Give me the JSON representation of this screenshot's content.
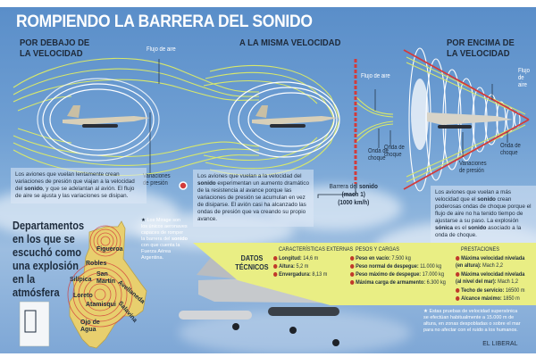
{
  "title": "ROMPIENDO LA BARRERA DEL SONIDO",
  "sections": [
    {
      "heading_line1": "POR DEBAJO DE",
      "heading_line2": "LA VELOCIDAD",
      "label_airflow": "Flujo de aire",
      "label_pressure_line1": "Variaciones",
      "label_pressure_line2": "de presión",
      "description": {
        "pre": "Los aviones que vuelan lentamente crean variaciones de presión que viajan a la velocidad del ",
        "bold": "sonido",
        "post": ", y que se adelantan al avión. El flujo de aire se ajusta y las variaciones se disipan."
      }
    },
    {
      "heading_line1": "A LA MISMA VELOCIDAD",
      "label_airflow": "Flujo de aire",
      "label_shock_line1": "Onda de",
      "label_shock_line2": "choque",
      "description": {
        "pre": "Los aviones que vuelan a la velocidad del ",
        "bold": "sonido",
        "post": " experimentan un aumento dramático de la resistencia al avance porque las variaciones de presión se acumulan en vez de disiparse. El avión casi ha alcanzado las ondas de presión que va creando su propio avance."
      },
      "barrier_label_pre": "Barrera del ",
      "barrier_label_bold": "sonido",
      "barrier_mach": "(mach 1)",
      "barrier_speed": "(1000 km/h)"
    },
    {
      "heading_line1": "POR ENCIMA DE",
      "heading_line2": "LA VELOCIDAD",
      "label_airflow_line1": "Flujo",
      "label_airflow_line2": "de aire",
      "label_shock_left_line1": "Onda de",
      "label_shock_left_line2": "choque",
      "label_shock_right_line1": "Onda de",
      "label_shock_right_line2": "choque",
      "label_pressure_line1": "Variaciones",
      "label_pressure_line2": "de presión",
      "description": {
        "p1": "Los aviones que vuelan a más velocidad que el ",
        "b1": "sonido",
        "p2": " crean poderosas ondas de choque porque el flujo de aire no ha tenido tiempo de ajustarse a su paso. La explosión ",
        "b2": "sónica",
        "p3": " es el ",
        "b3": "sonido",
        "p4": " asociado a la onda de choque."
      }
    }
  ],
  "departments": {
    "heading": [
      "Departamentos",
      "en los que se",
      "escuchó como",
      "una explosión",
      "en la",
      "atmósfera"
    ],
    "names": [
      "Figueroa",
      "Robles",
      "Silípica",
      "San Martín",
      "Avellaneda",
      "Loreto",
      "Atamisqui",
      "Salavina",
      "Ojo de Agua"
    ]
  },
  "mirage_note": {
    "pre": "Los Mirage son los únicos aeronaves capaces de romper la barrera del ",
    "bold": "sonido",
    "post": " con que cuenta la Fuerza Aérea Argentina."
  },
  "datos_tecnicos": {
    "title_line1": "DATOS",
    "title_line2": "TÉCNICOS",
    "external": {
      "heading": "CARACTERÍSTICAS EXTERNAS",
      "items": [
        {
          "label": "Longitud:",
          "value": "14,6 m"
        },
        {
          "label": "Altura:",
          "value": "5,2 m"
        },
        {
          "label": "Envergadura:",
          "value": "8,13 m"
        }
      ]
    },
    "weights": {
      "heading": "PESOS Y CARGAS",
      "items": [
        {
          "label": "Peso en vacío:",
          "value": "7.500 kg"
        },
        {
          "label": "Peso normal de despegue:",
          "value": "11.000 kg"
        },
        {
          "label": "Peso máximo de despegue:",
          "value": "17.000 kg"
        },
        {
          "label": "Máxima carga de armamento:",
          "value": "6.300 kg"
        }
      ]
    },
    "performance": {
      "heading": "PRESTACIONES",
      "items": [
        {
          "label": "Máxima velocidad nivelada (en altura):",
          "value": "Mach 2,2"
        },
        {
          "label": "Máxima velocidad nivelada (al nivel del mar):",
          "value": "Mach 1,2"
        },
        {
          "label": "Techo de servicio:",
          "value": "16500 m"
        },
        {
          "label": "Alcance máximo:",
          "value": "1850 m"
        }
      ]
    }
  },
  "footnote": "Estas pruebas de velocidad supersónica se efectúan habitualmente a 15.000 m de altura, en zonas despobladas o sobre el mar para no afectar con el ruido a los humanos.",
  "brand": "EL LIBERAL",
  "colors": {
    "sky": "#6f9fd3",
    "airflow_lines": "#d8e86a",
    "pressure_rings": "#ffffff",
    "shock_wave": "#d23b3b",
    "datos_panel": "#e9ee84",
    "map_fill": "#e8cf6e",
    "bullet": "#c0392b",
    "dark_text": "#1d2b3c"
  }
}
